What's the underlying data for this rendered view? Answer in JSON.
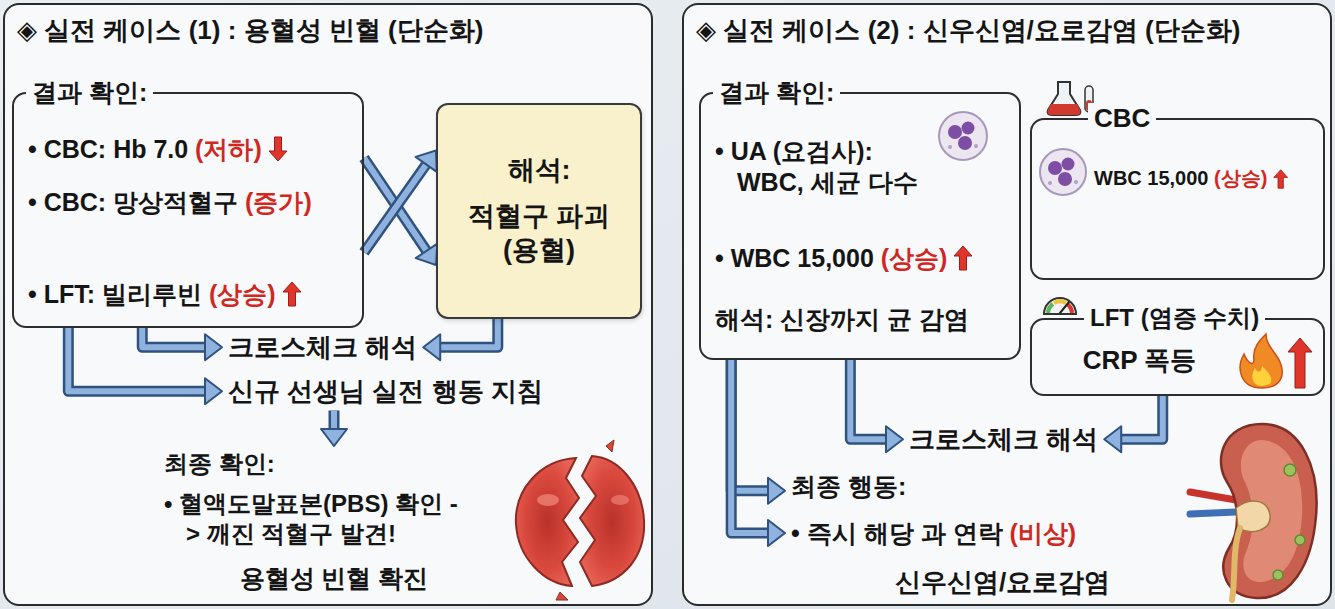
{
  "diagram": {
    "nodes": [
      {
        "text": [
          "◈ 실전 케이스 (1) : 용혈성 빈혈 (단순화)"
        ]
      },
      {
        "text": [
          "결과 확인:",
          "• CBC: Hb 7.0 (저하)",
          "• CBC: 망상적혈구 (증가)",
          "• LFT: 빌리루빈 (상승)"
        ],
        "in": 0
      },
      {
        "text": [
          "해석:",
          "적혈구 파괴 (용혈)"
        ],
        "in": 0
      },
      {
        "text": [
          "크로스체크 해석"
        ],
        "in": 0
      },
      {
        "text": [
          "신규 선생님 실전 행동 지침"
        ],
        "in": 0
      },
      {
        "text": [
          "최종 확인:",
          "• 혈액도말표본(PBS) 확인 -> 깨진 적혈구 발견!",
          "용혈성 빈혈 확진"
        ],
        "in": 0
      },
      {
        "text": [
          "◈ 실전 케이스 (2) : 신우신염/요로감염 (단순화)"
        ]
      },
      {
        "text": [
          "결과 확인:",
          "• UA (요검사): WBC, 세균 다수",
          "• WBC 15,000 (상승)",
          "해석: 신장까지 균 감염"
        ],
        "in": 6
      },
      {
        "text": [
          "CBC",
          "WBC 15,000 (상승)"
        ],
        "in": 6
      },
      {
        "text": [
          "LFT (염증 수치)",
          "CRP 폭등"
        ],
        "in": 6
      },
      {
        "text": [
          "크로스체크 해석"
        ],
        "in": 6
      },
      {
        "text": [
          "최종 행동:",
          "• 즉시 해당 과 연락 (비상)"
        ],
        "in": 6
      }
    ],
    "edges": [
      {
        "from": 1,
        "to": 2,
        "arrow": "to"
      },
      {
        "from": 1,
        "to": 2,
        "arrow": "to"
      },
      {
        "from": 2,
        "to": 3,
        "arrow": "to"
      },
      {
        "from": 1,
        "to": 3,
        "arrow": "to"
      },
      {
        "from": 1,
        "to": 4,
        "arrow": "to"
      },
      {
        "from": 4,
        "to": 5,
        "arrow": "to"
      },
      {
        "from": 7,
        "to": 10,
        "arrow": "to"
      },
      {
        "from": 9,
        "to": 10,
        "arrow": "to"
      },
      {
        "from": 7,
        "to": 11,
        "arrow": "to"
      },
      {
        "from": 7,
        "to": 11,
        "arrow": "to"
      }
    ],
    "labels": [
      "신우신염/요로감염"
    ]
  }
}
